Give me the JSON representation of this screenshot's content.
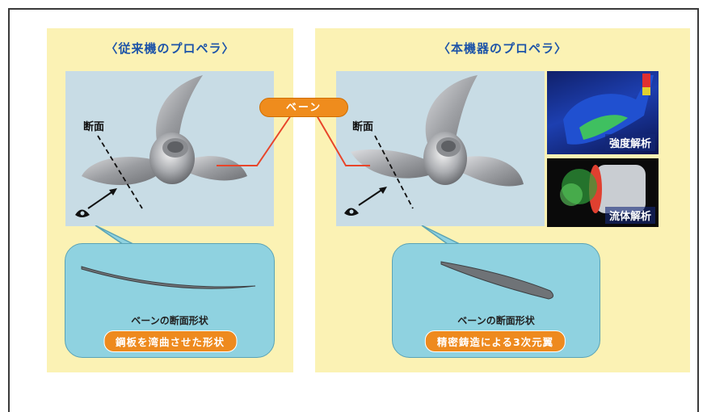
{
  "left": {
    "title": "〈従来機のプロペラ〉",
    "section_label": "断面",
    "shape_caption": "ベーンの断面形状",
    "shape_note": "鋼板を湾曲させた形状"
  },
  "right": {
    "title": "〈本機器のプロペラ〉",
    "section_label": "断面",
    "shape_caption": "ベーンの断面形状",
    "shape_note": "精密鋳造による3次元翼",
    "analysis": [
      {
        "label": "強度解析"
      },
      {
        "label": "流体解析"
      }
    ]
  },
  "vane_label": "ベーン",
  "colors": {
    "panel_bg": "#fbf2b4",
    "title_blue": "#1d54a8",
    "bubble": "#8fd2e0",
    "accent_orange": "#ef8c1d",
    "callout_red": "#e8452a"
  }
}
